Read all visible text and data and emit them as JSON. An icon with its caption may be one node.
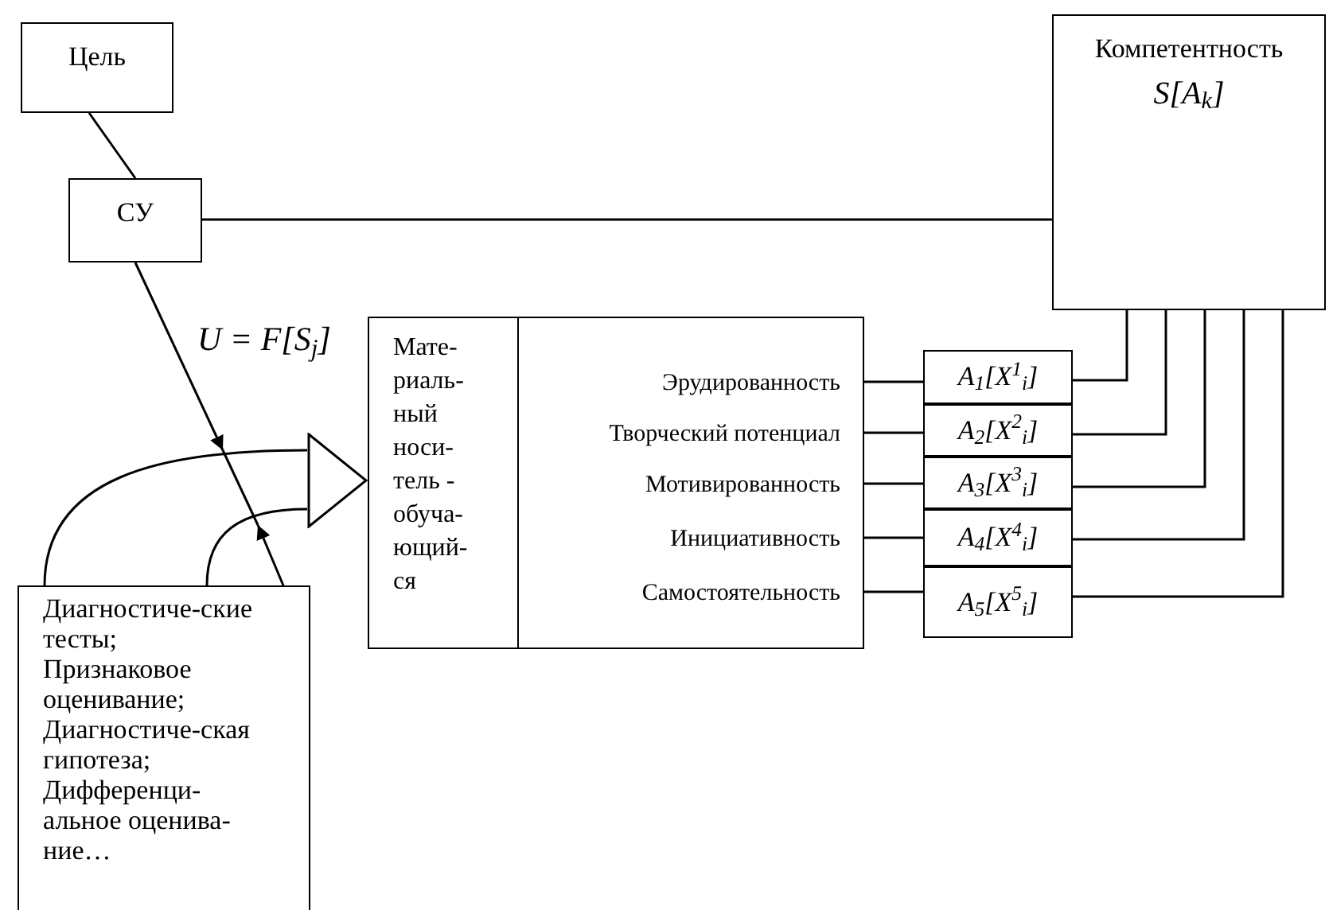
{
  "diagram": {
    "nodes": [
      {
        "text": [
          "Цель"
        ]
      },
      {
        "text": [
          "СУ"
        ]
      },
      {
        "text": [
          "Компетентность",
          "S[A$_{k}$]"
        ]
      },
      {
        "text": [
          "Диагностиче-ские тесты; Признаковое оценивание; Диагностиче-ская гипотеза; Дифференци-альное оценива-ние…"
        ]
      },
      {
        "text": [],
        "shape": "triangle"
      },
      {
        "text": [
          "Мате-риаль-ный носи-тель - обуча-ющий-ся"
        ]
      },
      {
        "text": [],
        "shape": "box"
      },
      {
        "text": [
          "Эрудированность"
        ],
        "in": 6
      },
      {
        "text": [
          "Творческий потенциал"
        ],
        "in": 6
      },
      {
        "text": [
          "Мотивированность"
        ],
        "in": 6
      },
      {
        "text": [
          "Инициативность"
        ],
        "in": 6
      },
      {
        "text": [
          "Самостоятельность"
        ],
        "in": 6
      },
      {
        "text": [
          "A$_{1}$[X$^{1}$$_{i}$]"
        ]
      },
      {
        "text": [
          "A$_{2}$[X$^{2}$$_{i}$]"
        ]
      },
      {
        "text": [
          "A$_{3}$[X$^{3}$$_{i}$]"
        ]
      },
      {
        "text": [
          "A$_{4}$[X$^{4}$$_{i}$]"
        ]
      },
      {
        "text": [
          "A$_{5}$[X$^{5}$$_{i}$]"
        ]
      }
    ],
    "edges": [
      {
        "from": 0,
        "to": 1,
        "arrow": "none"
      },
      {
        "from": 1,
        "to": 2,
        "arrow": "none"
      },
      {
        "from": 1,
        "to": null,
        "arrow": "to"
      },
      {
        "from": 3,
        "to": null,
        "arrow": "to"
      },
      {
        "from": 3,
        "to": 4,
        "arrow": "none"
      },
      {
        "from": 3,
        "to": 4,
        "arrow": "none"
      },
      {
        "from": 7,
        "to": 12,
        "arrow": "none"
      },
      {
        "from": 8,
        "to": 13,
        "arrow": "none"
      },
      {
        "from": 9,
        "to": 14,
        "arrow": "none"
      },
      {
        "from": 10,
        "to": 15,
        "arrow": "none"
      },
      {
        "from": 11,
        "to": 16,
        "arrow": "none"
      },
      {
        "from": 12,
        "to": 2,
        "arrow": "none"
      },
      {
        "from": 13,
        "to": 2,
        "arrow": "none"
      },
      {
        "from": 14,
        "to": 2,
        "arrow": "none"
      },
      {
        "from": 15,
        "to": 2,
        "arrow": "none"
      },
      {
        "from": 16,
        "to": 2,
        "arrow": "none"
      }
    ],
    "labels": [
      "U = F[S$_{j}$]"
    ]
  }
}
